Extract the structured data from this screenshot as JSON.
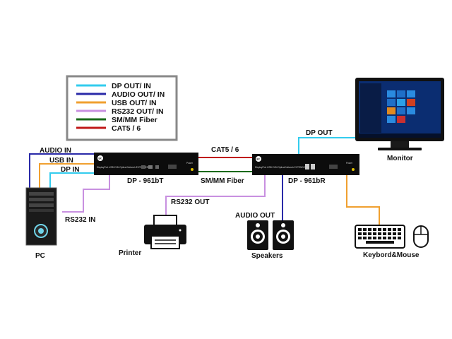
{
  "legend": {
    "items": [
      {
        "label": "DP OUT/ IN",
        "color": "#33ccee"
      },
      {
        "label": "AUDIO OUT/ IN",
        "color": "#2a2aa8"
      },
      {
        "label": "USB OUT/ IN",
        "color": "#f0a030"
      },
      {
        "label": "RS232 OUT/ IN",
        "color": "#c890e0"
      },
      {
        "label": "SM/MM Fiber",
        "color": "#1a6a1a"
      },
      {
        "label": "CAT5 / 6",
        "color": "#c01818"
      }
    ]
  },
  "devices": {
    "transmitter": {
      "model": "DP - 961bT",
      "front_text": "DisplayPort USB KVM Optical Network EXTENDER",
      "badge": "EX",
      "port_label": "Power"
    },
    "receiver": {
      "model": "DP - 961bR",
      "front_text": "DisplayPort USB KVM Optical Network EXTENDER",
      "badge": "EX",
      "port_label": "Power"
    }
  },
  "labels": {
    "pc": "PC",
    "monitor": "Monitor",
    "printer": "Printer",
    "speakers": "Speakers",
    "keyboard_mouse": "Keybord&Mouse"
  },
  "connections": {
    "audio_in": "AUDIO IN",
    "usb_in": "USB IN",
    "dp_in": "DP IN",
    "rs232_in": "RS232  IN",
    "cat": "CAT5 / 6",
    "fiber": "SM/MM Fiber",
    "dp_out": "DP OUT",
    "rs232_out": "RS232  OUT",
    "audio_out": "AUDIO  OUT"
  },
  "colors": {
    "dp": "#33ccee",
    "audio": "#2a2aa8",
    "usb": "#f0a030",
    "rs232": "#c890e0",
    "fiber": "#1a6a1a",
    "cat": "#c01818",
    "device_body": "#0c0c0c",
    "legend_border": "#888888"
  }
}
